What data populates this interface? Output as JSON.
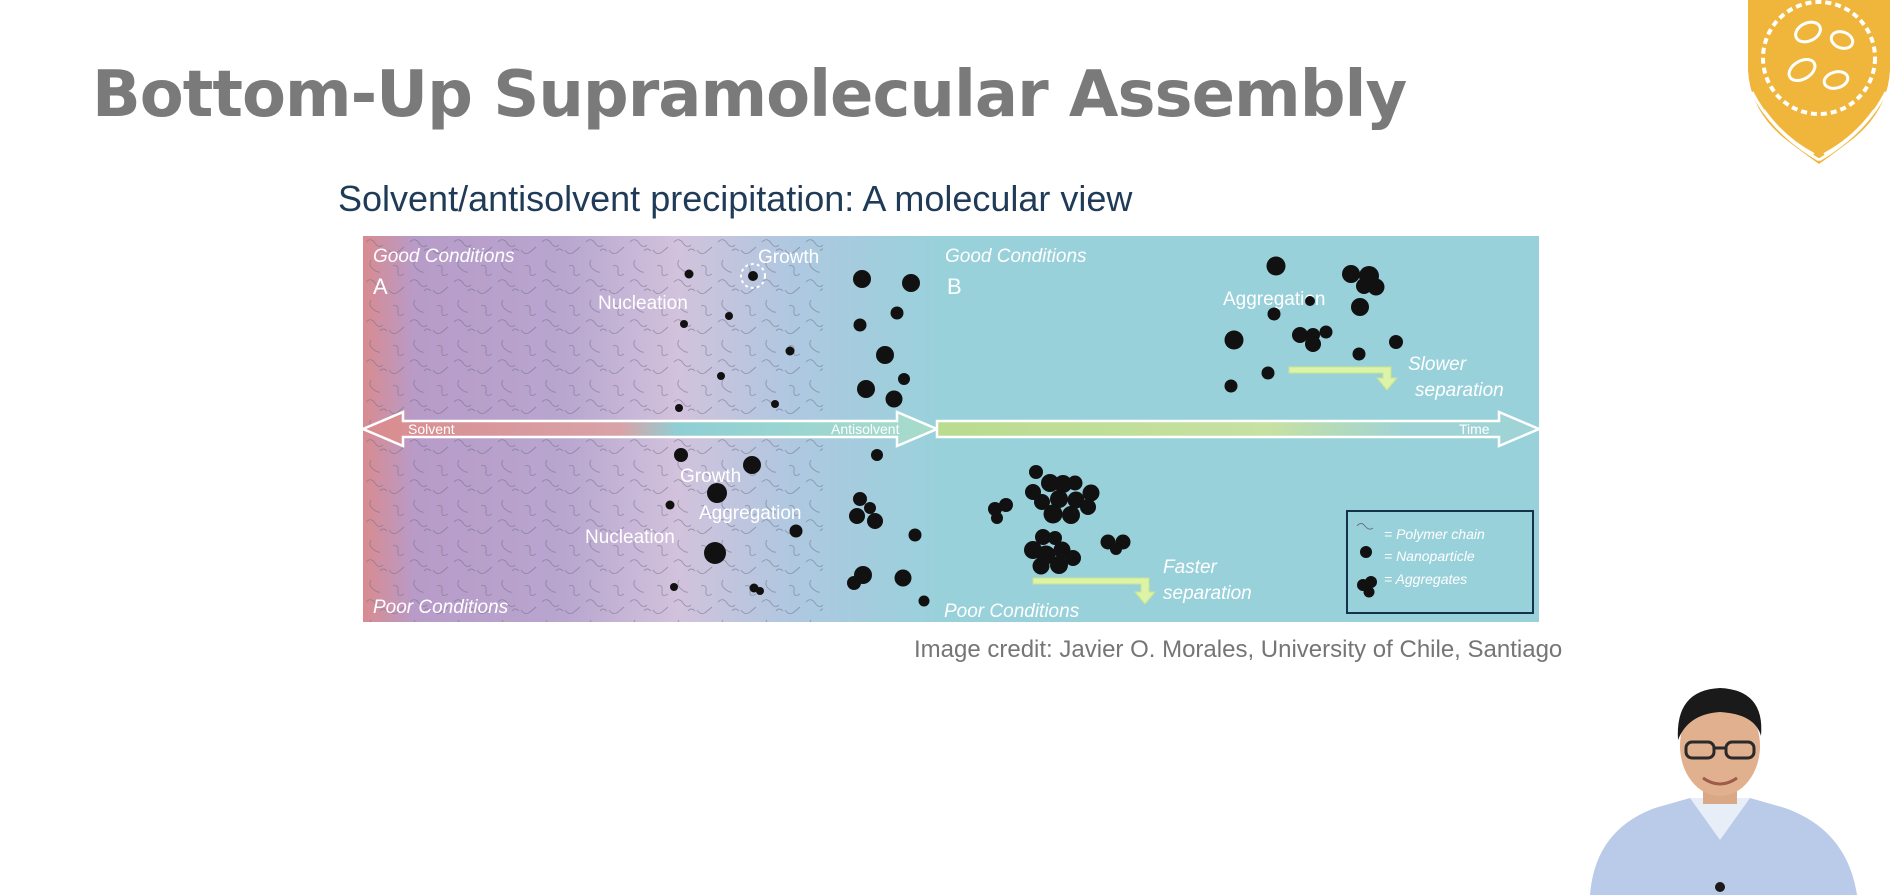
{
  "slide": {
    "title": "Bottom-Up Supramolecular Assembly",
    "subtitle": "Solvent/antisolvent precipitation: A molecular view",
    "credit": "Image credit: Javier O. Morales, University of Chile, Santiago"
  },
  "figure": {
    "panel_a": {
      "good_conditions": "Good Conditions",
      "letter": "A",
      "nucleation_top": "Nucleation",
      "growth_top": "Growth",
      "growth_bottom": "Growth",
      "aggregation_bottom": "Aggregation",
      "nucleation_bottom": "Nucleation",
      "poor_conditions": "Poor Conditions"
    },
    "axis_a": {
      "left_label": "Solvent",
      "right_label": "Antisolvent"
    },
    "panel_b": {
      "good_conditions": "Good Conditions",
      "letter": "B",
      "aggregation": "Aggregation",
      "slower_line1": "Slower",
      "slower_line2": "separation",
      "faster_line1": "Faster",
      "faster_line2": "separation",
      "poor_conditions": "Poor Conditions"
    },
    "axis_b": {
      "label": "Time"
    },
    "legend": {
      "polymer_chain": "= Polymer chain",
      "nanoparticle": "=  Nanoparticle",
      "aggregates": "= Aggregates"
    }
  },
  "colors": {
    "title": "#7a7a7a",
    "subtitle": "#1f3b57",
    "credit": "#757575",
    "panel_b_bg": "#99d1db",
    "gradient_left": "#d98b8f",
    "gradient_mid": "#b8a6cf",
    "logo_gold": "#f0b63c"
  },
  "icons": {
    "logo": "hands-holding-cell-logo-icon",
    "presenter": "presenter-video-icon"
  }
}
